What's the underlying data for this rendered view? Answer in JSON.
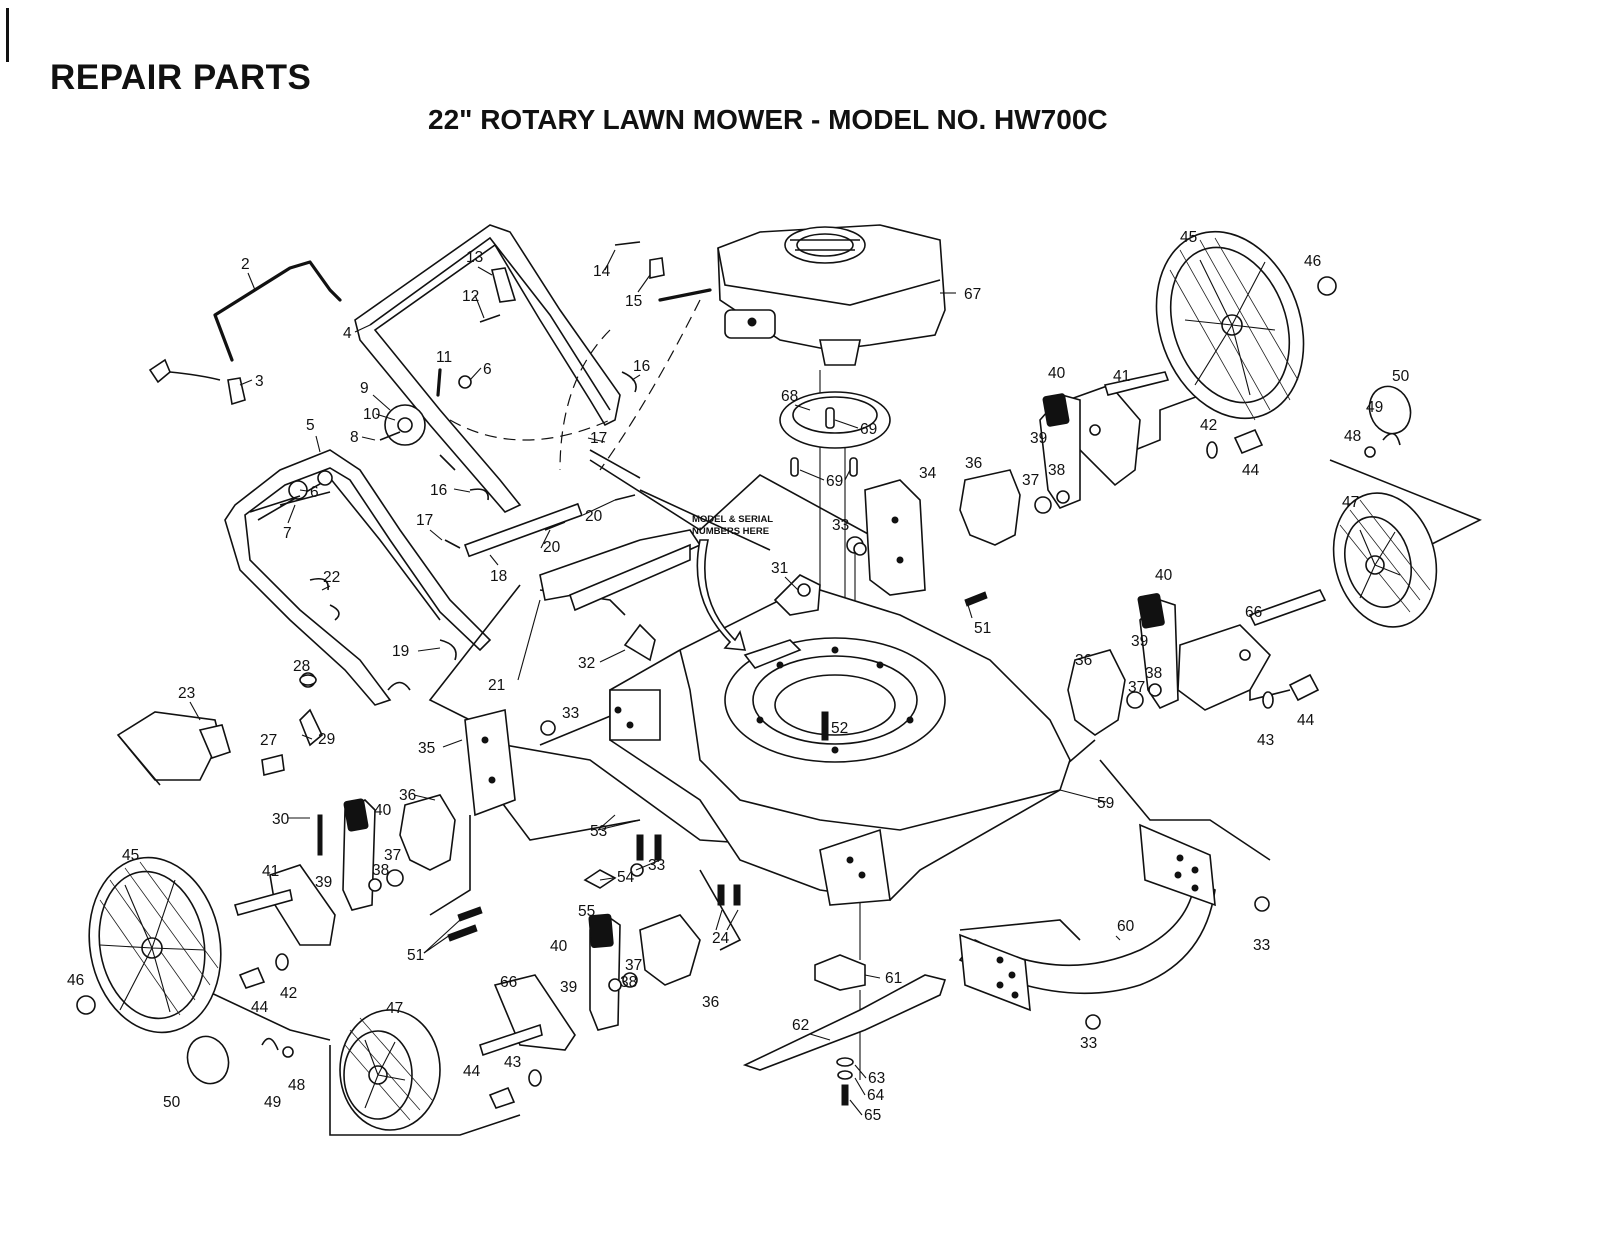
{
  "header": {
    "section_title": "REPAIR PARTS",
    "diagram_title": "22\" ROTARY LAWN MOWER - MODEL NO. HW700C"
  },
  "diagram": {
    "note_line_1": "MODEL & SERIAL",
    "note_line_2": "NUMBERS HERE",
    "callouts": [
      "2",
      "3",
      "4",
      "5",
      "6",
      "6",
      "7",
      "8",
      "9",
      "10",
      "11",
      "12",
      "13",
      "14",
      "15",
      "16",
      "16",
      "17",
      "17",
      "18",
      "19",
      "20",
      "20",
      "21",
      "22",
      "23",
      "24",
      "27",
      "28",
      "29",
      "30",
      "31",
      "32",
      "33",
      "33",
      "33",
      "33",
      "33",
      "34",
      "35",
      "36",
      "36",
      "36",
      "36",
      "37",
      "37",
      "37",
      "37",
      "38",
      "38",
      "38",
      "38",
      "39",
      "39",
      "39",
      "39",
      "40",
      "40",
      "40",
      "40",
      "41",
      "41",
      "42",
      "42",
      "43",
      "43",
      "44",
      "44",
      "44",
      "44",
      "45",
      "45",
      "46",
      "46",
      "47",
      "47",
      "48",
      "48",
      "49",
      "49",
      "50",
      "50",
      "51",
      "51",
      "52",
      "53",
      "54",
      "55",
      "59",
      "60",
      "61",
      "62",
      "63",
      "64",
      "65",
      "66",
      "66",
      "67",
      "68",
      "69",
      "69"
    ]
  }
}
